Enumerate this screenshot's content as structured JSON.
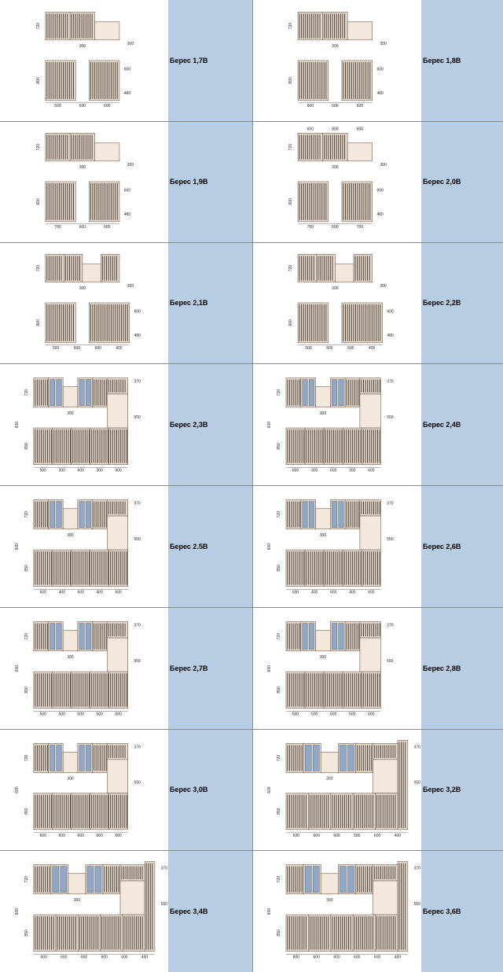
{
  "models": [
    {
      "label": "Берес 1,7В",
      "layout": "separate",
      "dims": {
        "height_upper": "720",
        "height_lower": "800",
        "depth_upper": "300",
        "depth_side": "300",
        "depth_lower_a": "600",
        "depth_lower_b": "480",
        "widths": [
          "500",
          "600",
          "600"
        ]
      }
    },
    {
      "label": "Берес 1,8В",
      "layout": "separate",
      "dims": {
        "height_upper": "720",
        "height_lower": "800",
        "depth_upper": "300",
        "depth_side": "300",
        "depth_lower_a": "600",
        "depth_lower_b": "480",
        "widths": [
          "600",
          "600",
          "600"
        ]
      }
    },
    {
      "label": "Берес 1,9В",
      "layout": "separate",
      "dims": {
        "height_upper": "720",
        "height_lower": "800",
        "depth_upper": "300",
        "depth_side": "300",
        "depth_lower_a": "600",
        "depth_lower_b": "480",
        "widths": [
          "700",
          "600",
          "600"
        ]
      }
    },
    {
      "label": "Берес 2,0В",
      "layout": "separate",
      "dims": {
        "height_upper": "720",
        "height_lower": "800",
        "depth_upper": "300",
        "depth_side": "300",
        "depth_lower_a": "600",
        "depth_lower_b": "480",
        "top_widths": [
          "600",
          "800",
          "600"
        ],
        "widths": [
          "700",
          "600",
          "700"
        ]
      }
    },
    {
      "label": "Берес 2,1В",
      "layout": "separate",
      "dims": {
        "height_upper": "720",
        "height_lower": "800",
        "depth_upper": "300",
        "depth_side": "300",
        "depth_lower_a": "600",
        "depth_lower_b": "480",
        "widths": [
          "500",
          "600",
          "600",
          "400"
        ]
      }
    },
    {
      "label": "Берес 2,2В",
      "layout": "separate",
      "dims": {
        "height_upper": "720",
        "height_lower": "800",
        "depth_upper": "300",
        "depth_side": "300",
        "depth_lower_a": "600",
        "depth_lower_b": "480",
        "widths": [
          "500",
          "600",
          "600",
          "400"
        ]
      }
    },
    {
      "label": "Берес 2,3В",
      "layout": "combined",
      "dims": {
        "height_upper": "720",
        "height_lower": "850",
        "depth_top": "370",
        "depth_upper": "300",
        "depth_right": "550",
        "depth_left": "600",
        "widths": [
          "500",
          "300",
          "600",
          "300",
          "600"
        ]
      }
    },
    {
      "label": "Берес 2,4В",
      "layout": "combined",
      "dims": {
        "height_upper": "720",
        "height_lower": "850",
        "depth_top": "370",
        "depth_upper": "300",
        "depth_right": "550",
        "depth_left": "600",
        "widths": [
          "600",
          "300",
          "600",
          "300",
          "600"
        ]
      }
    },
    {
      "label": "Берес 2.5В",
      "layout": "combined",
      "dims": {
        "height_upper": "720",
        "height_lower": "850",
        "depth_top": "370",
        "depth_upper": "300",
        "depth_right": "550",
        "depth_left": "600",
        "widths": [
          "500",
          "400",
          "600",
          "400",
          "600"
        ]
      }
    },
    {
      "label": "Берес 2,6В",
      "layout": "combined",
      "dims": {
        "height_upper": "720",
        "height_lower": "850",
        "depth_top": "370",
        "depth_upper": "300",
        "depth_right": "550",
        "depth_left": "600",
        "widths": [
          "600",
          "400",
          "600",
          "400",
          "600"
        ]
      }
    },
    {
      "label": "Берес 2,7В",
      "layout": "combined",
      "dims": {
        "height_upper": "720",
        "height_lower": "850",
        "depth_top": "370",
        "depth_upper": "300",
        "depth_right": "550",
        "depth_left": "600",
        "widths": [
          "500",
          "500",
          "600",
          "500",
          "600"
        ]
      }
    },
    {
      "label": "Берес 2,8В",
      "layout": "combined",
      "dims": {
        "height_upper": "720",
        "height_lower": "850",
        "depth_top": "370",
        "depth_upper": "300",
        "depth_right": "550",
        "depth_left": "600",
        "widths": [
          "600",
          "500",
          "600",
          "500",
          "600"
        ]
      }
    },
    {
      "label": "Берес 3,0В",
      "layout": "combined",
      "dims": {
        "height_upper": "720",
        "height_lower": "850",
        "depth_top": "370",
        "depth_upper": "300",
        "depth_right": "550",
        "depth_left": "600",
        "widths": [
          "600",
          "600",
          "600",
          "600",
          "600"
        ]
      }
    },
    {
      "label": "Берес 3,2В",
      "layout": "combined",
      "dims": {
        "height_upper": "720",
        "height_lower": "850",
        "depth_top": "370",
        "depth_upper": "300",
        "depth_right": "550",
        "depth_left": "600",
        "widths": [
          "600",
          "600",
          "600",
          "500",
          "600",
          "400"
        ]
      }
    },
    {
      "label": "Берес 3,4В",
      "layout": "combined",
      "dims": {
        "height_upper": "720",
        "height_lower": "850",
        "depth_top": "370",
        "depth_upper": "300",
        "depth_right": "550",
        "depth_left": "600",
        "widths": [
          "600",
          "600",
          "600",
          "600",
          "600",
          "400"
        ]
      }
    },
    {
      "label": "Берес 3,6В",
      "layout": "combined",
      "dims": {
        "height_upper": "720",
        "height_lower": "850",
        "depth_top": "370",
        "depth_upper": "300",
        "depth_right": "550",
        "depth_left": "600",
        "widths": [
          "800",
          "600",
          "600",
          "600",
          "600",
          "400"
        ]
      }
    }
  ],
  "colors": {
    "label_bg": "#b8cce4",
    "carcass": "#e8dccf",
    "slat": "#4a3e36",
    "glass": "#8fa8c8",
    "niche": "#f4e8dc",
    "rule": "#8a8a8a"
  }
}
